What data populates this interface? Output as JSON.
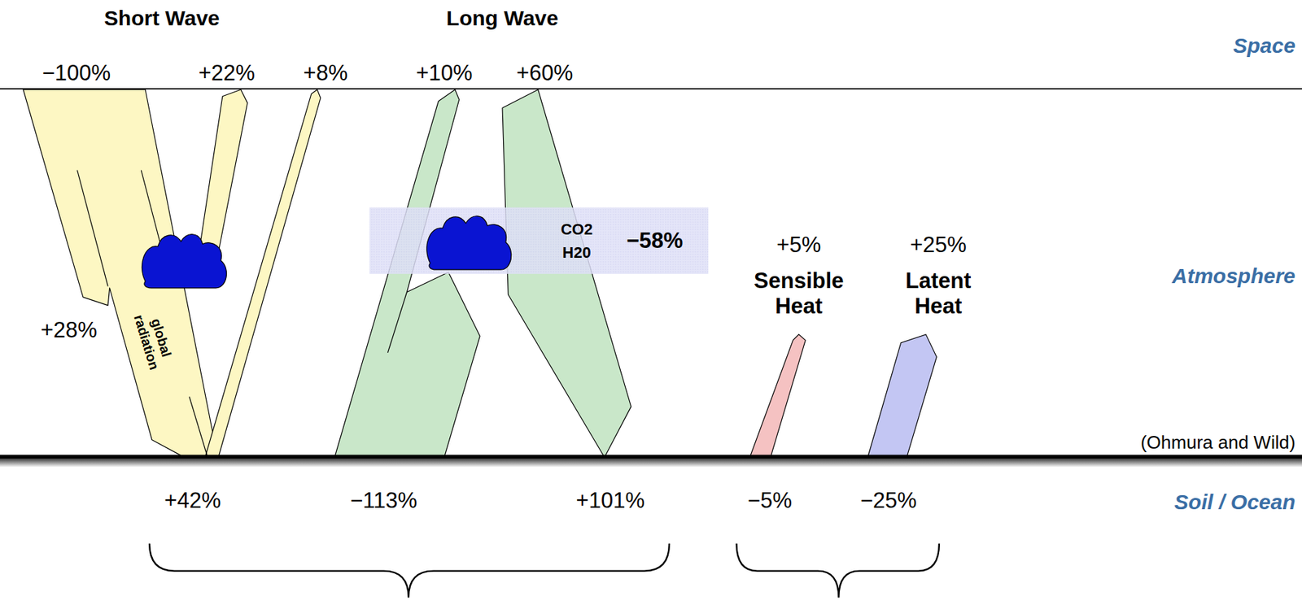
{
  "diagram": {
    "nodes": [
      {
        "text": [
          "CO2 H20",
          "−58%"
        ]
      }
    ],
    "labels": [
      "Short Wave",
      "Long Wave",
      "Space",
      "−100%",
      "+22%",
      "+8%",
      "+10%",
      "+60%",
      "Atmosphere",
      "+28%",
      "global radiation",
      "+5%",
      "Sensible Heat",
      "+25%",
      "Latent Heat",
      "(Ohmura and Wild)",
      "+42%",
      "−113%",
      "+101%",
      "−5%",
      "−25%",
      "Soil / Ocean"
    ]
  }
}
